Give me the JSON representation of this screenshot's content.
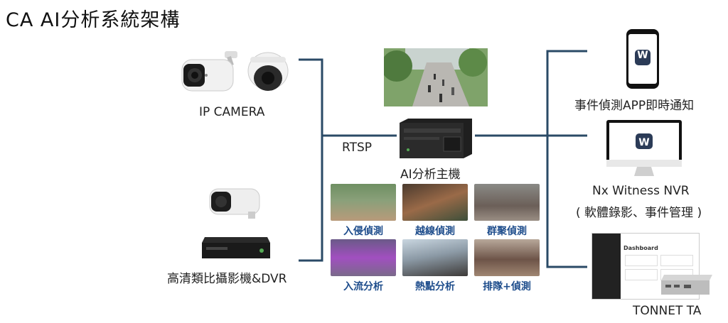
{
  "title": "CA AI分析系統架構",
  "labels": {
    "ip_camera": "IP CAMERA",
    "hd_dvr": "高清類比攝影機&DVR",
    "rtsp": "RTSP",
    "ai_host": "AI分析主機",
    "app_notify": "事件偵測APP即時通知",
    "nvr_line1": "Nx Witness NVR",
    "nvr_line2": "( 軟體錄影、事件管理 )",
    "tonnet": "TONNET TA"
  },
  "analytics": [
    "入侵偵測",
    "越線偵測",
    "群聚偵測",
    "入流分析",
    "熱點分析",
    "排隊+偵測"
  ],
  "app_icon_letter": "W",
  "dashboard_title": "Dashboard",
  "colors": {
    "line": "#2a4a66",
    "caption": "#1e4d8c",
    "app_icon": "#2b3b57"
  }
}
